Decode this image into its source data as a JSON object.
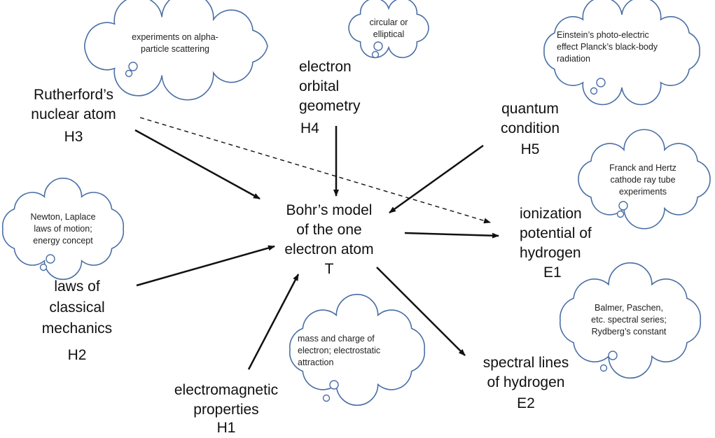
{
  "nodes": {
    "theory": {
      "lines": [
        "Bohr’s model",
        "of the one",
        "electron atom"
      ],
      "label": "T"
    },
    "h1": {
      "lines": [
        "electromagnetic",
        "properties"
      ],
      "label": "H1"
    },
    "h2": {
      "lines": [
        "laws of",
        "classical",
        "mechanics"
      ],
      "label": "H2"
    },
    "h3": {
      "lines": [
        "Rutherford’s",
        "nuclear atom"
      ],
      "label": "H3"
    },
    "h4": {
      "lines": [
        "electron",
        "orbital",
        "geometry"
      ],
      "label": "H4"
    },
    "h5": {
      "lines": [
        "quantum",
        "condition"
      ],
      "label": "H5"
    },
    "e1": {
      "lines": [
        "ionization",
        "potential of",
        "hydrogen"
      ],
      "label": "E1"
    },
    "e2": {
      "lines": [
        "spectral lines",
        "of hydrogen"
      ],
      "label": "E2"
    }
  },
  "clouds": {
    "h3": [
      "experiments on alpha-",
      "particle scattering"
    ],
    "h4": [
      "circular or",
      "elliptical"
    ],
    "h5": [
      "Einstein’s photo-electric",
      "effect Planck’s black-body",
      "radiation"
    ],
    "h2": [
      "Newton, Laplace",
      "laws of motion;",
      "energy concept"
    ],
    "h1": [
      "mass and charge of",
      "electron; electrostatic",
      "attraction"
    ],
    "e1": [
      "Franck and Hertz",
      "cathode ray tube",
      "experiments"
    ],
    "e2": [
      "Balmer, Paschen,",
      "etc. spectral series;",
      "Rydberg’s constant"
    ]
  },
  "colors": {
    "cloud_stroke": "#4a6fa5",
    "arrow": "#111111",
    "text": "#111111"
  }
}
